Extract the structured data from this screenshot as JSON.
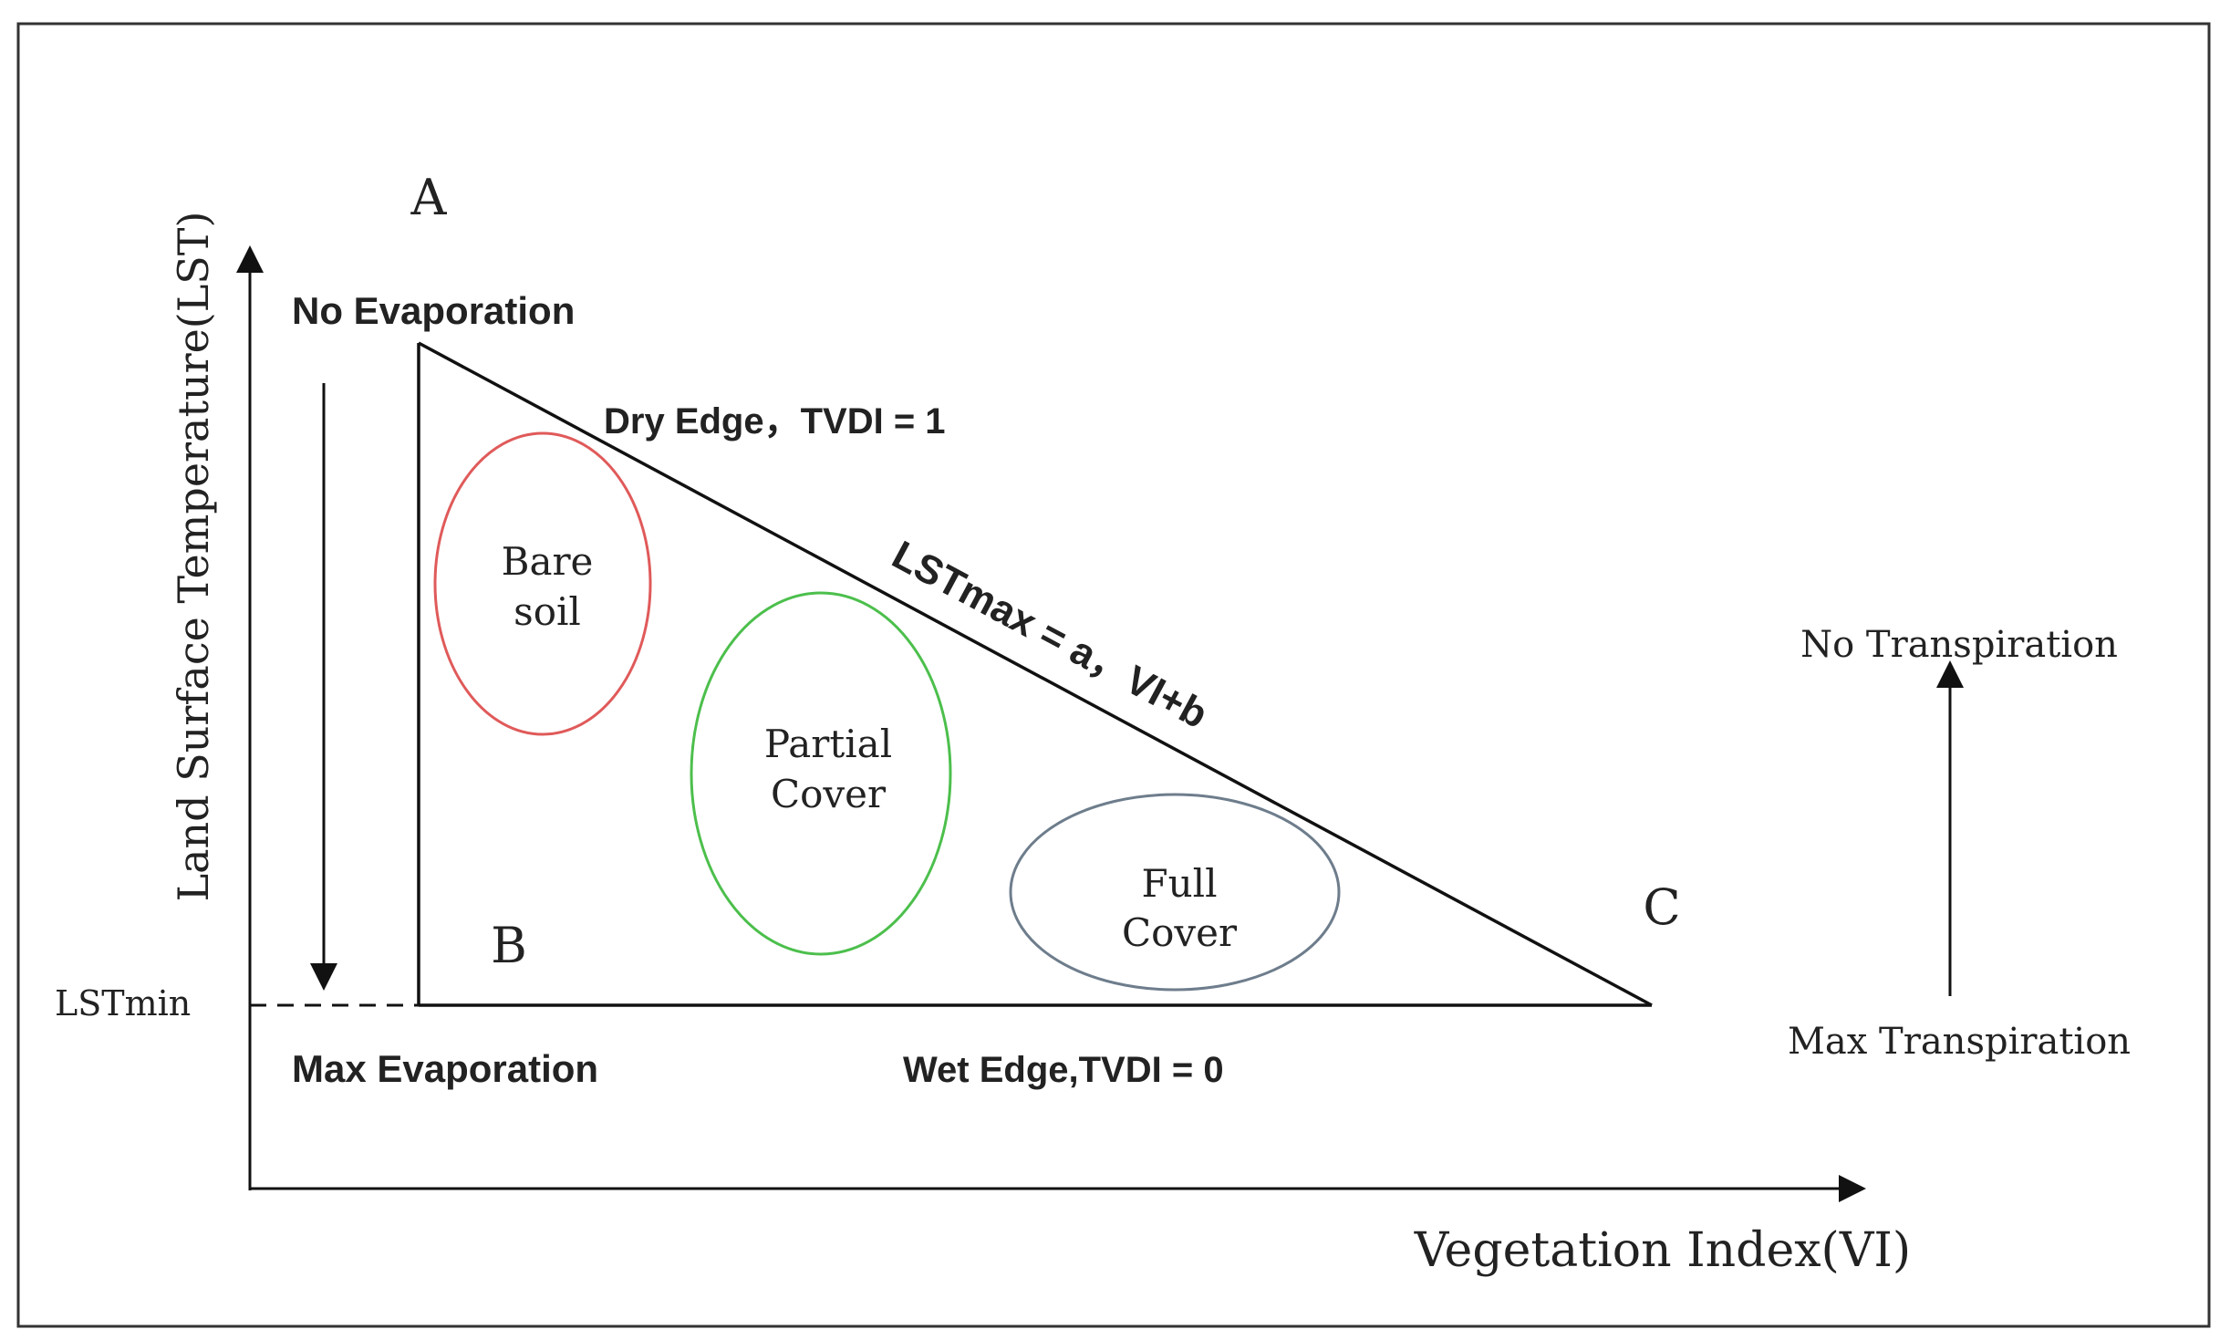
{
  "labels": {
    "y_axis": "Land Surface Temperature(LST)",
    "x_axis": "Vegetation Index(VI)",
    "vertex_a": "A",
    "vertex_b": "B",
    "vertex_c": "C",
    "no_evaporation": "No Evaporation",
    "max_evaporation": "Max Evaporation",
    "dry_edge": "Dry Edge，TVDI = 1",
    "equation": "LSTmax = a，VI+b",
    "wet_edge": "Wet Edge,TVDI = 0",
    "lst_min": "LSTmin",
    "no_transpiration": "No Transpiration",
    "max_transpiration": "Max Transpiration"
  },
  "regions": {
    "bare_soil": {
      "line1": "Bare",
      "line2": "soil",
      "color": "#e05a5a"
    },
    "partial_cover": {
      "line1": "Partial",
      "line2": "Cover",
      "color": "#4cbf4c"
    },
    "full_cover": {
      "line1": "Full",
      "line2": "Cover",
      "color": "#6e7d8c"
    }
  },
  "colors": {
    "line": "#111111",
    "frame": "#333333",
    "text": "#222222"
  }
}
